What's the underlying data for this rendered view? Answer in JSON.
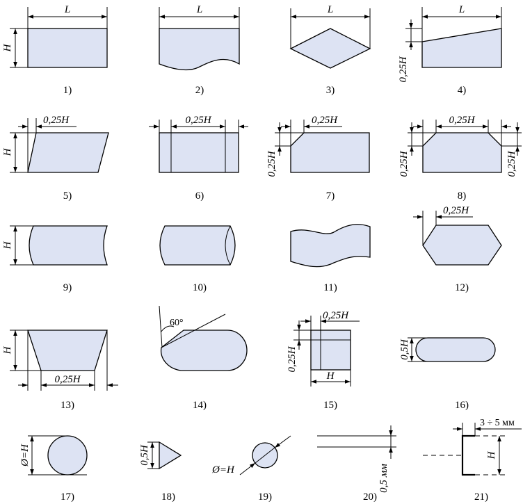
{
  "labels": {
    "L": "L",
    "H": "H",
    "q25H": "0,25H",
    "h05H": "0,5H",
    "angle": "60°",
    "diam": "Ø=H",
    "mm05": "0,5 мм",
    "mm35": "3 ÷ 5 мм"
  },
  "captions": [
    "1)",
    "2)",
    "3)",
    "4)",
    "5)",
    "6)",
    "7)",
    "8)",
    "9)",
    "10)",
    "11)",
    "12)",
    "13)",
    "14)",
    "15)",
    "16)",
    "17)",
    "18)",
    "19)",
    "20)",
    "21)"
  ]
}
